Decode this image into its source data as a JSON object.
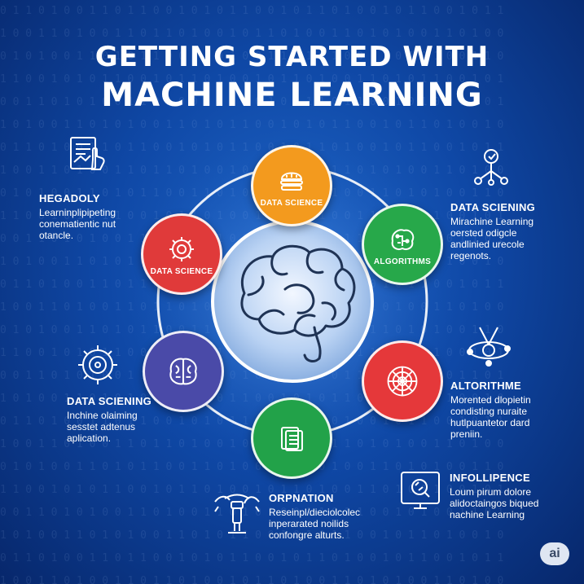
{
  "title": {
    "line1": "GETTING STARTED WITH",
    "line2": "MACHINE LEARNING"
  },
  "nodes": {
    "top": {
      "label": "DATA SCIENCE",
      "color": "#f39a1e",
      "icon": "hamburger-stack-icon"
    },
    "left": {
      "label": "DATA SCIENCE",
      "color": "#e03a3a",
      "icon": "gear-chip-icon"
    },
    "right": {
      "label": "ALGORITHMS",
      "color": "#27a84a",
      "icon": "circuit-brain-icon"
    },
    "lower_left": {
      "label": "",
      "color": "#4a4aa8",
      "icon": "brain-circuit-icon"
    },
    "lower_right": {
      "label": "",
      "color": "#e5383a",
      "icon": "web-network-icon"
    },
    "bottom": {
      "label": "",
      "color": "#22a249",
      "icon": "document-code-icon"
    }
  },
  "center": {
    "icon": "brain-icon"
  },
  "sides": {
    "top_left": {
      "heading": "HEGADOLY",
      "body": "Learninplipipeting\nconematientic nut\notancle."
    },
    "top_right": {
      "heading": "DATA SCIENING",
      "body": "Mirachine Learning\noersted odigcle\nandlinied urecole\nregenots."
    },
    "mid_left": {
      "heading": "DATA SCIENING",
      "body": "Inchine olaiming\nsesstet adtenus\naplication."
    },
    "mid_right": {
      "heading": "ALTORITHME",
      "body": "Morented dlopietin\ncondisting nuraite\nhutlpuantetor dard\npreniin."
    },
    "bottom_center": {
      "heading": "ORPNATION",
      "body": "Reseinpl/dieciolcolec\ninperarated noilids\nconfongre alturts."
    },
    "bottom_right": {
      "heading": "INFOLLIPENCE",
      "body": "Loum pirum dolore\nalidoctaingos biqued\nnachine Learning"
    }
  },
  "side_icons": {
    "top_left": "document-hand-icon",
    "top_right": "network-nodes-icon",
    "mid_left": "gear-circuit-icon",
    "mid_right": "atom-orbit-icon",
    "bottom_center": "robot-arm-icon",
    "bottom_right": "monitor-search-icon"
  },
  "badge": {
    "text": "ai"
  },
  "binary_rows": [
    "0 1 1 0 1 0 0 1 1 0 1 1 0 0 1 0 1 0 1 1 0 0 1 0 1 1 0 1 0 0 1 0 1 1 0 0 1 0 1 1",
    "1 0 0 1 1 0 1 0 0 1 1 0 1 1 0 1 0 0 1 0 1 1 0 1 0 0 1 1 0 1 0 1 0 0 1 1 0 1 0 0",
    "0 1 0 1 0 0 1 1 0 1 0 1 1 0 0 1 1 0 1 0 0 1 1 0 1 0 1 0 0 1 1 0 1 0 1 0 0 1 1 0",
    "1 1 0 0 1 0 1 0 1 1 0 0 1 0 1 1 0 1 0 0 1 0 1 1 0 1 0 0 1 1 0 1 0 1 1 0 0 1 0 1",
    "0 0 1 1 0 1 0 1 0 0 1 1 0 1 0 0 1 1 0 1 0 1 0 0 1 1 0 1 1 0 0 1 0 1 0 0 1 1 0 1",
    "1 0 1 0 0 1 1 0 1 0 1 0 0 1 1 0 1 0 1 1 0 0 1 0 1 0 1 1 0 0 1 0 1 1 0 1 0 0 1 0",
    "0 1 1 0 1 0 0 1 1 0 1 1 0 0 1 0 1 0 1 1 0 0 1 0 1 1 0 1 0 0 1 0 1 1 0 0 1 0 1 1",
    "1 0 0 1 1 0 1 0 0 1 1 0 1 1 0 1 0 0 1 0 1 1 0 1 0 0 1 1 0 1 0 1 0 0 1 1 0 1 0 0",
    "0 1 0 1 0 0 1 1 0 1 0 1 1 0 0 1 1 0 1 0 0 1 1 0 1 0 1 0 0 1 1 0 1 0 1 0 0 1 1 0",
    "1 1 0 0 1 0 1 0 1 1 0 0 1 0 1 1 0 1 0 0 1 0 1 1 0 1 0 0 1 1 0 1 0 1 1 0 0 1 0 1",
    "0 0 1 1 0 1 0 1 0 0 1 1 0 1 0 0 1 1 0 1 0 1 0 0 1 1 0 1 1 0 0 1 0 1 0 0 1 1 0 1",
    "1 0 1 0 0 1 1 0 1 0 1 0 0 1 1 0 1 0 1 1 0 0 1 0 1 0 1 1 0 0 1 0 1 1 0 1 0 0 1 0",
    "0 1 1 0 1 0 0 1 1 0 1 1 0 0 1 0 1 0 1 1 0 0 1 0 1 1 0 1 0 0 1 0 1 1 0 0 1 0 1 1",
    "1 0 0 1 1 0 1 0 0 1 1 0 1 1 0 1 0 0 1 0 1 1 0 1 0 0 1 1 0 1 0 1 0 0 1 1 0 1 0 0",
    "0 1 0 1 0 0 1 1 0 1 0 1 1 0 0 1 1 0 1 0 0 1 1 0 1 0 1 0 0 1 1 0 1 0 1 0 0 1 1 0",
    "1 1 0 0 1 0 1 0 1 1 0 0 1 0 1 1 0 1 0 0 1 0 1 1 0 1 0 0 1 1 0 1 0 1 1 0 0 1 0 1",
    "0 0 1 1 0 1 0 1 0 0 1 1 0 1 0 0 1 1 0 1 0 1 0 0 1 1 0 1 1 0 0 1 0 1 0 0 1 1 0 1",
    "1 0 1 0 0 1 1 0 1 0 1 0 0 1 1 0 1 0 1 1 0 0 1 0 1 0 1 1 0 0 1 0 1 1 0 1 0 0 1 0",
    "0 1 1 0 1 0 0 1 1 0 1 1 0 0 1 0 1 0 1 1 0 0 1 0 1 1 0 1 0 0 1 0 1 1 0 0 1 0 1 1",
    "1 0 0 1 1 0 1 0 0 1 1 0 1 1 0 1 0 0 1 0 1 1 0 1 0 0 1 1 0 1 0 1 0 0 1 1 0 1 0 0",
    "0 1 0 1 0 0 1 1 0 1 0 1 1 0 0 1 1 0 1 0 0 1 1 0 1 0 1 0 0 1 1 0 1 0 1 0 0 1 1 0",
    "1 1 0 0 1 0 1 0 1 1 0 0 1 0 1 1 0 1 0 0 1 0 1 1 0 1 0 0 1 1 0 1 0 1 1 0 0 1 0 1",
    "0 0 1 1 0 1 0 1 0 0 1 1 0 1 0 0 1 1 0 1 0 1 0 0 1 1 0 1 1 0 0 1 0 1 0 0 1 1 0 1",
    "1 0 1 0 0 1 1 0 1 0 1 0 0 1 1 0 1 0 1 1 0 0 1 0 1 0 1 1 0 0 1 0 1 1 0 1 0 0 1 0",
    "0 1 1 0 1 0 0 1 1 0 1 1 0 0 1 0 1 0 1 1 0 0 1 0 1 1 0 1 0 0 1 0 1 1 0 0 1 0 1 1",
    "1 0 0 1 1 0 1 0 0 1 1 0 1 1 0 1 0 0 1 0 1 1 0 1 0 0 1 1 0 1 0 1 0 0 1 1 0 1 0 0"
  ]
}
